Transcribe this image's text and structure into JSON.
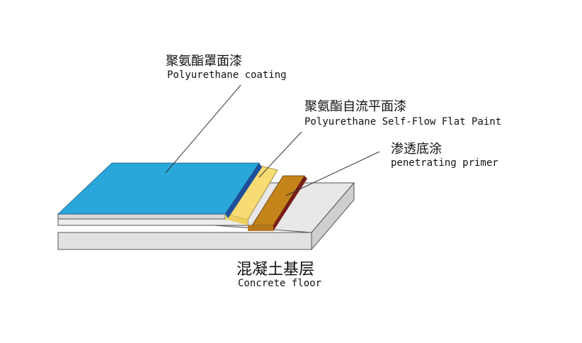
{
  "layers": [
    {
      "id": "polyurethane-coating",
      "label_cn": "聚氨酯罩面漆",
      "label_en": "Polyurethane coating",
      "color_top": "#29a7db",
      "color_edge": "#1f4f9a"
    },
    {
      "id": "polyurethane-self-flow",
      "label_cn": "聚氨酯自流平面漆",
      "label_en": "Polyurethane Self-Flow Flat Paint",
      "color_top": "#f5d96a",
      "color_edge": "#e9c84a"
    },
    {
      "id": "penetrating-primer",
      "label_cn": "渗透底涂",
      "label_en": "penetrating primer",
      "color_top": "#c8841b",
      "color_edge": "#7a1c1c"
    },
    {
      "id": "concrete-floor",
      "label_cn": "混凝土基层",
      "label_en": "Concrete floor",
      "color_top": "#e6e6e6",
      "color_edge": "#cfcfcf"
    }
  ]
}
